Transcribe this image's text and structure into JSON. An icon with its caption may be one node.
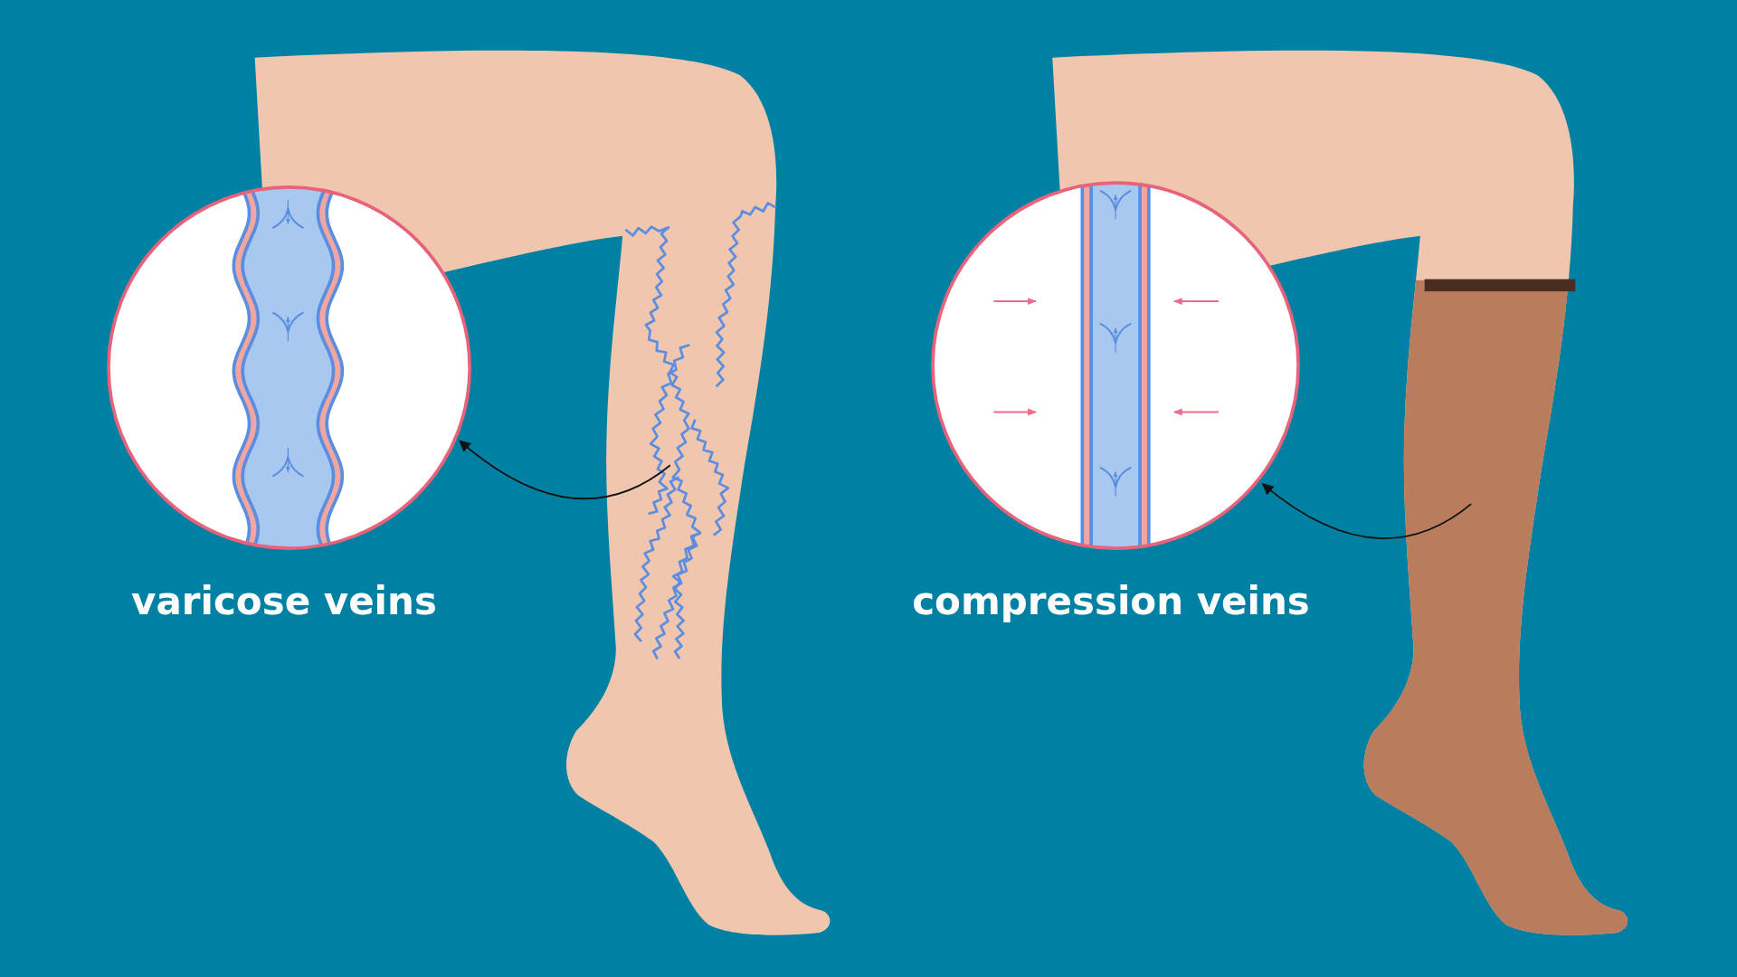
{
  "diagram": {
    "nodes": [
      {
        "text": [],
        "shape": "circle"
      },
      {
        "text": [],
        "shape": "picture"
      },
      {
        "text": [],
        "shape": "circle"
      },
      {
        "text": [],
        "shape": "picture"
      }
    ],
    "edges": [
      {
        "from": 1,
        "to": 0,
        "arrow": "to"
      },
      {
        "from": 3,
        "to": 2,
        "arrow": "to"
      }
    ],
    "labels": [
      "varicose veins",
      "compression veins"
    ]
  }
}
